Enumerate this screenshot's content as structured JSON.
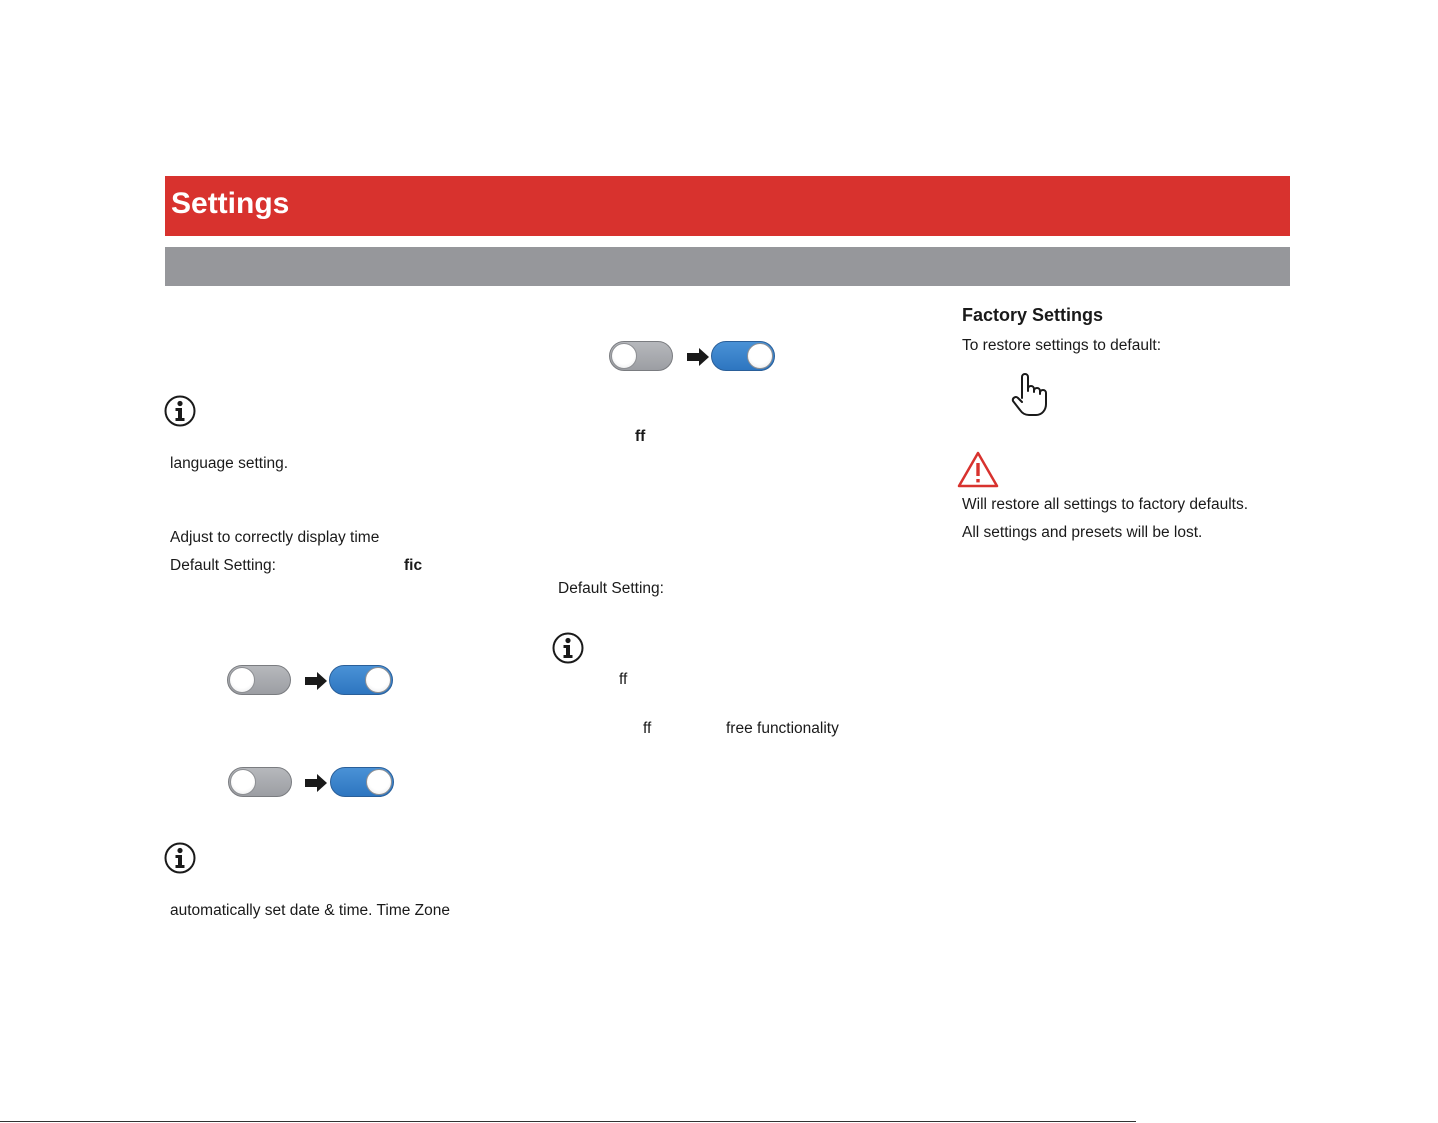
{
  "header": {
    "title": "Settings"
  },
  "left_column": {
    "language_note": "language setting.",
    "adjust_text": "Adjust to correctly display time",
    "default_label": "Default Setting:",
    "default_value_fragment": "fic",
    "auto_note": "automatically set date & time. Time Zone"
  },
  "middle_column": {
    "ligature_ff_bold": "ff",
    "default_label": "Default Setting:",
    "ff_fragment_1": "ff",
    "ff_fragment_2": "ff",
    "free_functionality": "free functionality"
  },
  "right_column": {
    "factory_title": "Factory Settings",
    "restore_prompt": "To restore settings to default:",
    "warning_line_1": "Will restore all settings to factory defaults.",
    "warning_line_2": "All settings and presets will be lost."
  },
  "icons": {
    "info": "info-icon",
    "hand": "hand-pointer-icon",
    "warning": "warning-triangle-icon",
    "arrow": "arrow-right-icon"
  },
  "colors": {
    "title_bar": "#d8322e",
    "sub_bar": "#96979b",
    "toggle_on": "#2e76c0",
    "toggle_off": "#a8aaae",
    "warning": "#d8322e"
  },
  "toggles": {
    "middle_top": {
      "from": "off",
      "to": "on"
    },
    "left_first": {
      "from": "off",
      "to": "on"
    },
    "left_second": {
      "from": "off",
      "to": "on"
    }
  }
}
